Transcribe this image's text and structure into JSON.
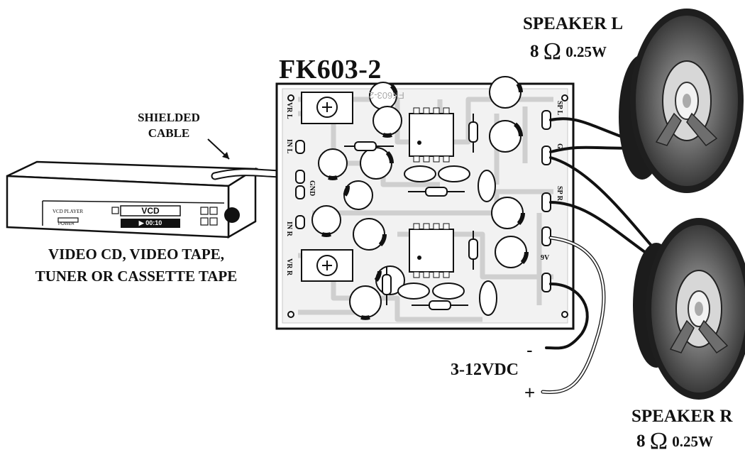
{
  "board": {
    "title": "FK603-2",
    "silkscreen": "FK603-2"
  },
  "speakers": {
    "left": {
      "name": "SPEAKER L",
      "ohm_value": "8",
      "ohm_symbol": "Ω",
      "watts": "0.25W"
    },
    "right": {
      "name": "SPEAKER R",
      "ohm_value": "8",
      "ohm_symbol": "Ω",
      "watts": "0.25W"
    }
  },
  "cable": {
    "line1": "SHIELDED",
    "line2": "CABLE"
  },
  "source": {
    "line1": "VIDEO CD, VIDEO TAPE,",
    "line2": "TUNER OR CASSETTE TAPE",
    "player": {
      "brand": "VCD PLAYER",
      "power": "POWER",
      "display": "VCD",
      "time": "▶ 00:10"
    }
  },
  "power": {
    "label": "3-12VDC",
    "minus": "-",
    "plus": "+"
  },
  "pins": {
    "vr_l": "VR L",
    "in_l": "IN L",
    "gnd": "GND",
    "in_r": "IN R",
    "vr_r": "VR R",
    "sp_l": "SP L",
    "g": "G",
    "sp_r": "SP R",
    "v9": "9V"
  }
}
